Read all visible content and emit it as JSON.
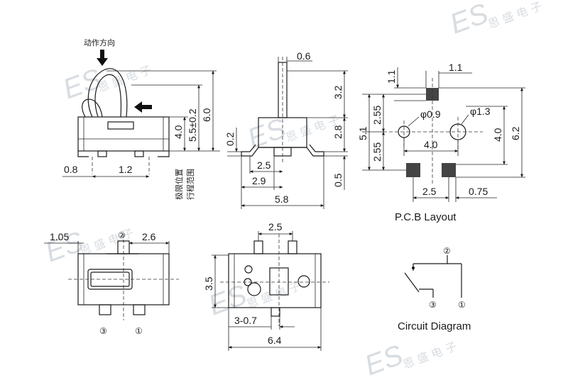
{
  "watermark": {
    "logo": "ES",
    "text": "恩 盛 电 子"
  },
  "side_view": {
    "action_label": "动作方向",
    "dims": {
      "pitch_left": "0.8",
      "pitch_mid": "1.2",
      "height_inner": "4.0",
      "height_travel": "5.5±0.2",
      "height_total": "6.0"
    },
    "limit_label": "极限位置",
    "travel_label": "行程范围"
  },
  "front_view": {
    "dims": {
      "shaft": "0.6",
      "shaft_h": "3.2",
      "body_h": "2.8",
      "foot": "0.2",
      "d1": "2.5",
      "d2": "2.9",
      "base": "0.5",
      "width": "5.8"
    }
  },
  "pcb_layout": {
    "title": "P.C.B Layout",
    "dims": {
      "top_w": "1.1",
      "top_h": "1.1",
      "half_top": "2.55",
      "half_bot": "2.55",
      "total_left": "5.1",
      "hole_small": "φ0.9",
      "hole_large": "φ1.3",
      "hole_pitch": "4.0",
      "right_h": "4.0",
      "right_total": "6.2",
      "pad_pitch": "2.5",
      "pad_w": "0.75"
    }
  },
  "top_view": {
    "dims": {
      "left": "1.05",
      "right": "2.6"
    },
    "pins": {
      "p1": "①",
      "p2": "②",
      "p3": "③"
    }
  },
  "bottom_view": {
    "dims": {
      "pitch": "2.5",
      "height": "3.5",
      "hole": "3-0.7",
      "width": "6.4"
    }
  },
  "circuit": {
    "title": "Circuit Diagram",
    "pins": {
      "p1": "①",
      "p2": "②",
      "p3": "③"
    }
  }
}
